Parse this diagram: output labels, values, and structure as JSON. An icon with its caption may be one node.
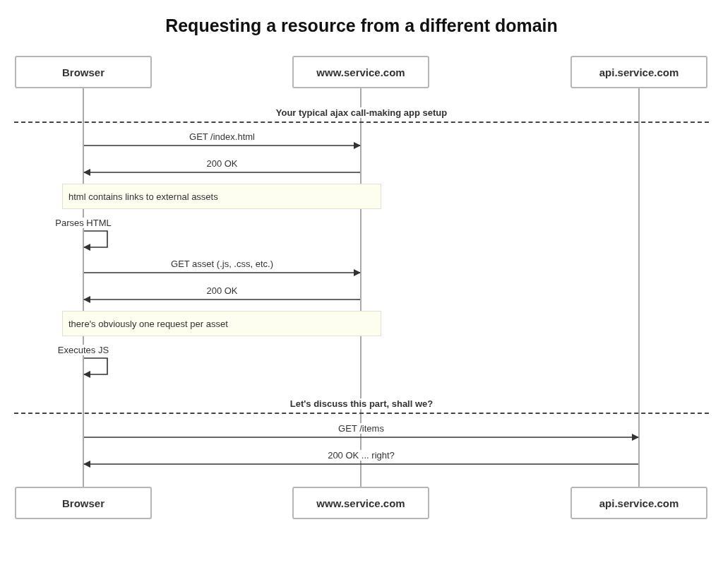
{
  "diagram": {
    "title": "Requesting a resource from a different domain",
    "nodes": [
      {
        "text": [
          "Browser"
        ]
      },
      {
        "text": [
          "www.service.com"
        ]
      },
      {
        "text": [
          "api.service.com"
        ]
      },
      {
        "text": [],
        "shape": "bar"
      },
      {
        "text": [],
        "shape": "bar"
      },
      {
        "text": [],
        "shape": "bar"
      },
      {
        "text": [
          "html contains links to external assets"
        ]
      },
      {
        "text": [
          "there's obviously one request per asset"
        ]
      },
      {
        "text": [
          "Browser"
        ]
      },
      {
        "text": [
          "www.service.com"
        ]
      },
      {
        "text": [
          "api.service.com"
        ]
      }
    ],
    "edges": [
      {
        "from": 3,
        "to": 4,
        "arrow": "to",
        "label": "GET /index.html"
      },
      {
        "from": 4,
        "to": 3,
        "arrow": "to",
        "label": "200 OK"
      },
      {
        "from": 3,
        "to": 3,
        "arrow": "to",
        "label": "Parses HTML"
      },
      {
        "from": 3,
        "to": 4,
        "arrow": "to",
        "label": "GET asset (.js, .css, etc.)"
      },
      {
        "from": 4,
        "to": 3,
        "arrow": "to",
        "label": "200 OK"
      },
      {
        "from": 3,
        "to": 3,
        "arrow": "to",
        "label": "Executes JS"
      },
      {
        "from": 3,
        "to": 5,
        "arrow": "to",
        "label": "GET /items"
      },
      {
        "from": 5,
        "to": 3,
        "arrow": "to",
        "label": "200 OK ... right?"
      }
    ],
    "labels": [
      "Your typical ajax call-making app setup",
      "Let's discuss this part, shall we?"
    ]
  }
}
